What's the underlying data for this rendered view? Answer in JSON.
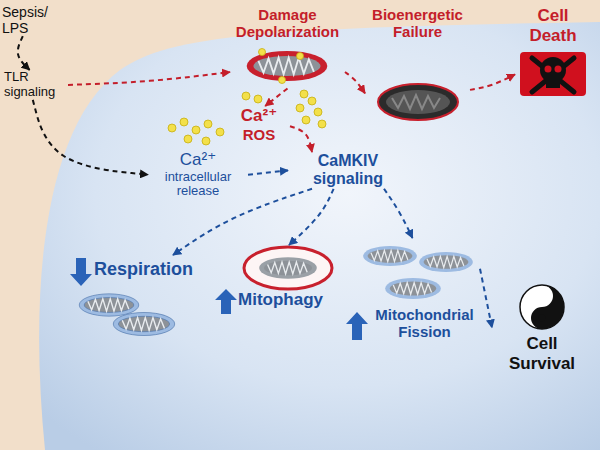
{
  "diagram": {
    "nodes": [
      {
        "text": [
          "Sepsis/ LPS"
        ]
      },
      {
        "text": [
          "TLR signaling"
        ]
      },
      {
        "text": [
          "Damage Depolarization"
        ]
      },
      {
        "text": [
          "Bioenergetic Failure"
        ]
      },
      {
        "text": [
          "Cell Death"
        ]
      },
      {
        "text": [
          "Ca²⁺",
          "intracellular release"
        ]
      },
      {
        "text": [
          "Ca²⁺",
          "ROS"
        ]
      },
      {
        "text": [
          "CaMKIV signaling"
        ]
      },
      {
        "text": [
          "Respiration"
        ]
      },
      {
        "text": [
          "Mitophagy"
        ]
      },
      {
        "text": [
          "Mitochondrial Fission"
        ]
      },
      {
        "text": [
          "Cell Survival"
        ]
      }
    ],
    "edges": [
      {
        "from": 0,
        "to": 1,
        "arrow": "to"
      },
      {
        "from": 1,
        "to": 2,
        "arrow": "to"
      },
      {
        "from": 1,
        "to": 5,
        "arrow": "to"
      },
      {
        "from": 2,
        "to": 3,
        "arrow": "to"
      },
      {
        "from": 3,
        "to": 4,
        "arrow": "to"
      },
      {
        "from": 2,
        "to": 6,
        "arrow": "to"
      },
      {
        "from": 6,
        "to": 7,
        "arrow": "to"
      },
      {
        "from": 5,
        "to": 7,
        "arrow": "to"
      },
      {
        "from": 7,
        "to": 8,
        "arrow": "to"
      },
      {
        "from": 7,
        "to": 9,
        "arrow": "to"
      },
      {
        "from": 7,
        "to": 10,
        "arrow": "to"
      },
      {
        "from": 10,
        "to": 11,
        "arrow": "to"
      }
    ]
  }
}
